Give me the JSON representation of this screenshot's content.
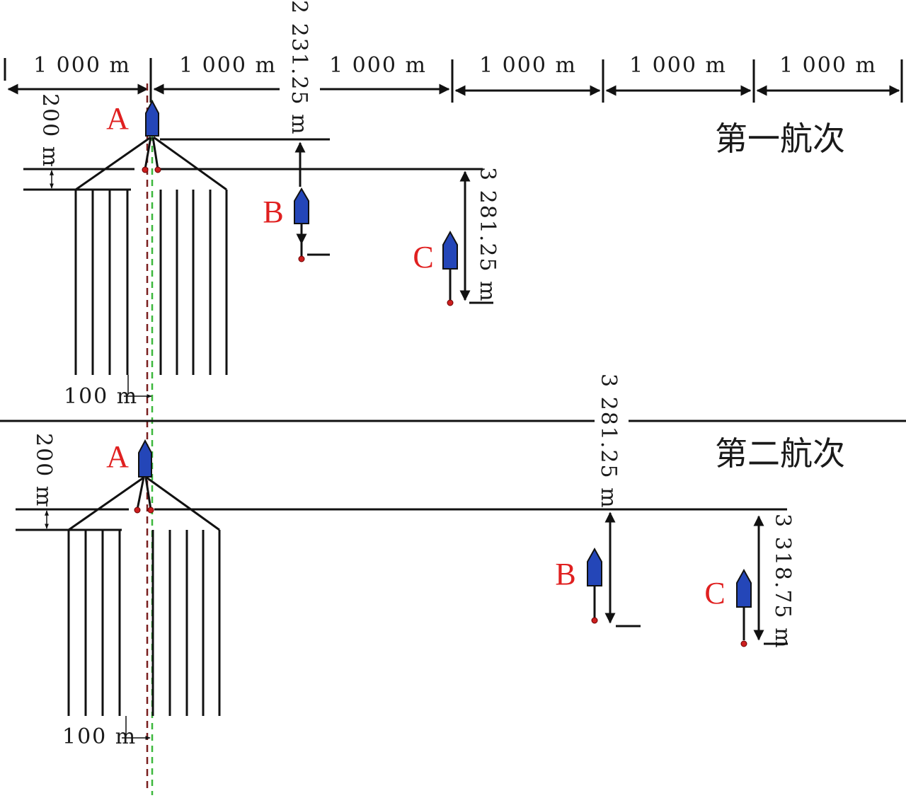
{
  "top_scale": {
    "label": "1 000 m"
  },
  "passes": {
    "first": {
      "title": "第一航次",
      "crossline_offset": "200 m",
      "receiver_gap": "100 m",
      "b_offset": "2 231.25 m",
      "c_offset": "3 281.25 m"
    },
    "second": {
      "title": "第二航次",
      "crossline_offset": "200 m",
      "receiver_gap": "100 m",
      "b_offset": "3 281.25 m",
      "c_offset": "3 318.75 m"
    }
  },
  "ships": {
    "a": "A",
    "b": "B",
    "c": "C"
  },
  "colors": {
    "ship_label": "#e02020",
    "hull": "#2446b8",
    "source_dot": "#cc1f1f",
    "guide_dark": "#7a1f1f",
    "guide_green": "#3db83d"
  }
}
